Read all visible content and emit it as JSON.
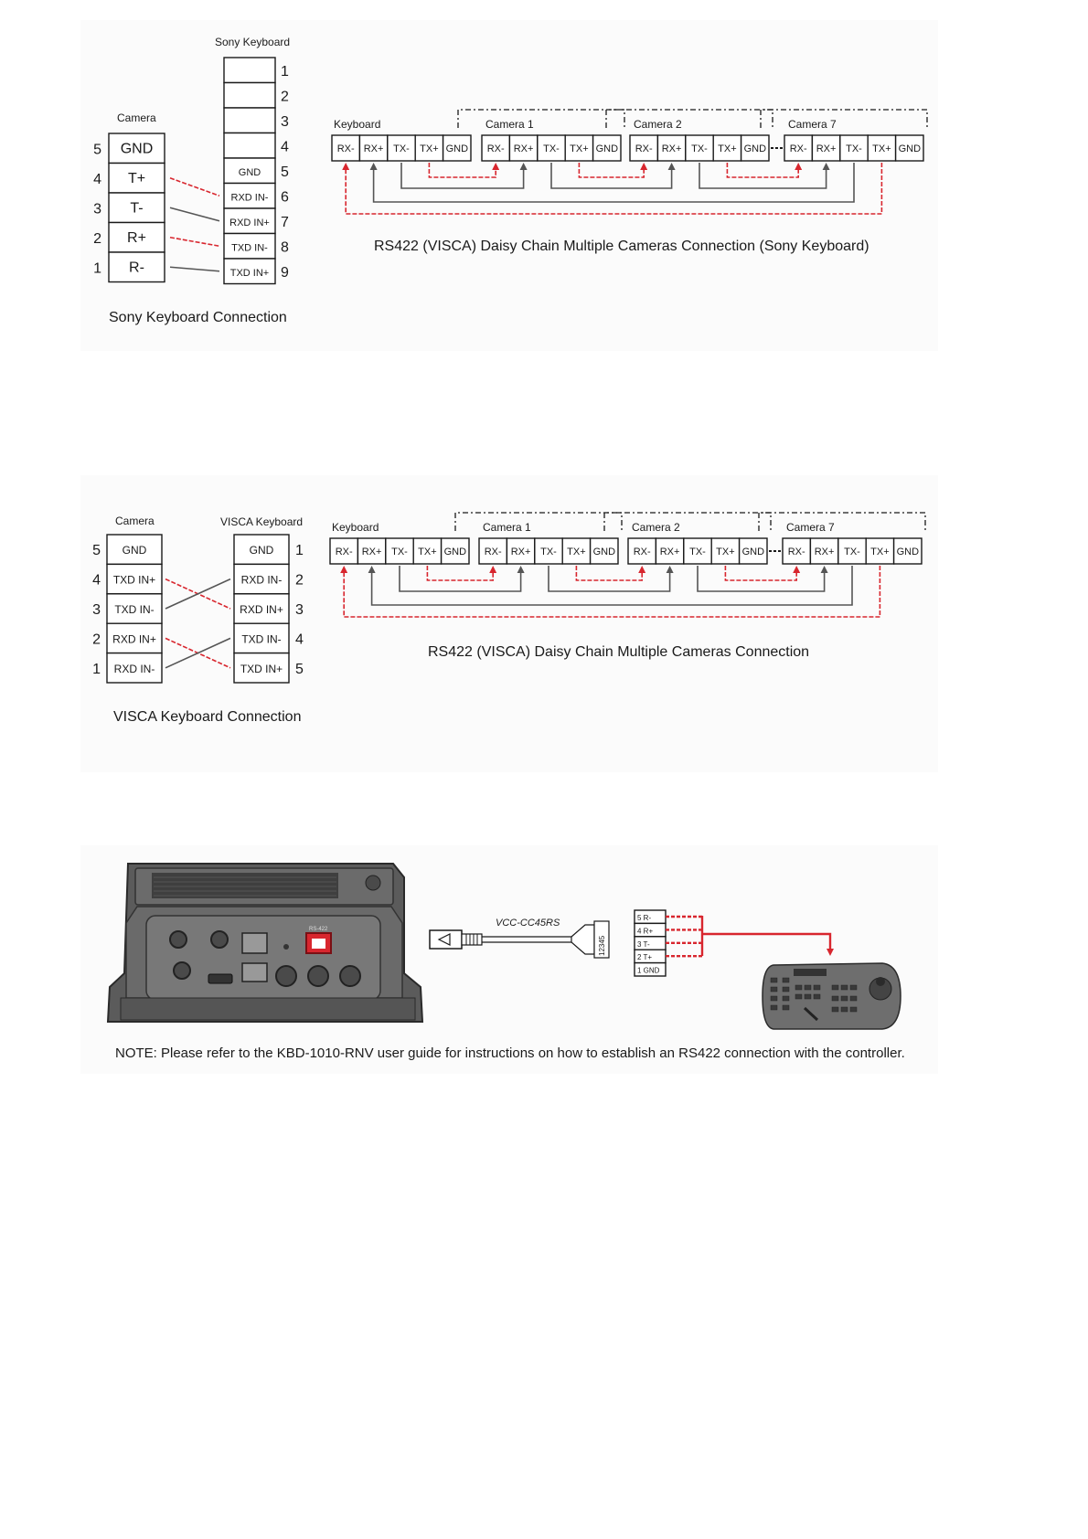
{
  "sony_section": {
    "keyboard_title": "Sony Keyboard",
    "camera_title": "Camera",
    "keyboard_pins": [
      {
        "num": "1",
        "label": ""
      },
      {
        "num": "2",
        "label": ""
      },
      {
        "num": "3",
        "label": ""
      },
      {
        "num": "4",
        "label": ""
      },
      {
        "num": "5",
        "label": "GND"
      },
      {
        "num": "6",
        "label": "RXD IN-"
      },
      {
        "num": "7",
        "label": "RXD IN+"
      },
      {
        "num": "8",
        "label": "TXD IN-"
      },
      {
        "num": "9",
        "label": "TXD IN+"
      }
    ],
    "camera_pins": [
      {
        "num": "5",
        "label": "GND"
      },
      {
        "num": "4",
        "label": "T+"
      },
      {
        "num": "3",
        "label": "T-"
      },
      {
        "num": "2",
        "label": "R+"
      },
      {
        "num": "1",
        "label": "R-"
      }
    ],
    "caption": "Sony Keyboard Connection",
    "chain_caption": "RS422 (VISCA) Daisy Chain Multiple Cameras Connection (Sony Keyboard)"
  },
  "visca_section": {
    "camera_title": "Camera",
    "keyboard_title": "VISCA Keyboard",
    "camera_pins": [
      {
        "num": "5",
        "label": "GND"
      },
      {
        "num": "4",
        "label": "TXD IN+"
      },
      {
        "num": "3",
        "label": "TXD IN-"
      },
      {
        "num": "2",
        "label": "RXD IN+"
      },
      {
        "num": "1",
        "label": "RXD IN-"
      }
    ],
    "keyboard_pins": [
      {
        "num": "1",
        "label": "GND"
      },
      {
        "num": "2",
        "label": "RXD IN-"
      },
      {
        "num": "3",
        "label": "RXD IN+"
      },
      {
        "num": "4",
        "label": "TXD IN-"
      },
      {
        "num": "5",
        "label": "TXD IN+"
      }
    ],
    "caption": "VISCA Keyboard Connection",
    "chain_caption": "RS422 (VISCA) Daisy Chain Multiple Cameras Connection"
  },
  "chain": {
    "groups": [
      "Keyboard",
      "Camera 1",
      "Camera 2",
      "Camera 7"
    ],
    "terminals": [
      "RX-",
      "RX+",
      "TX-",
      "TX+",
      "GND"
    ]
  },
  "hardware_section": {
    "cable_label": "VCC-CC45RS",
    "port_label": "RS-422",
    "cable_pins_text": "12345",
    "terminal_pins": [
      "5 R-",
      "4 R+",
      "3 T-",
      "2 T+",
      "1 GND"
    ],
    "note": "NOTE: Please refer to the KBD-1010-RNV user guide for instructions on how to establish an RS422 connection with the controller."
  },
  "colors": {
    "line": "#1a1a1a",
    "wire_gray": "#555555",
    "wire_red": "#d8262e",
    "panel_bg": "#fbfbfb",
    "device_gray": "#5f5f5f"
  }
}
